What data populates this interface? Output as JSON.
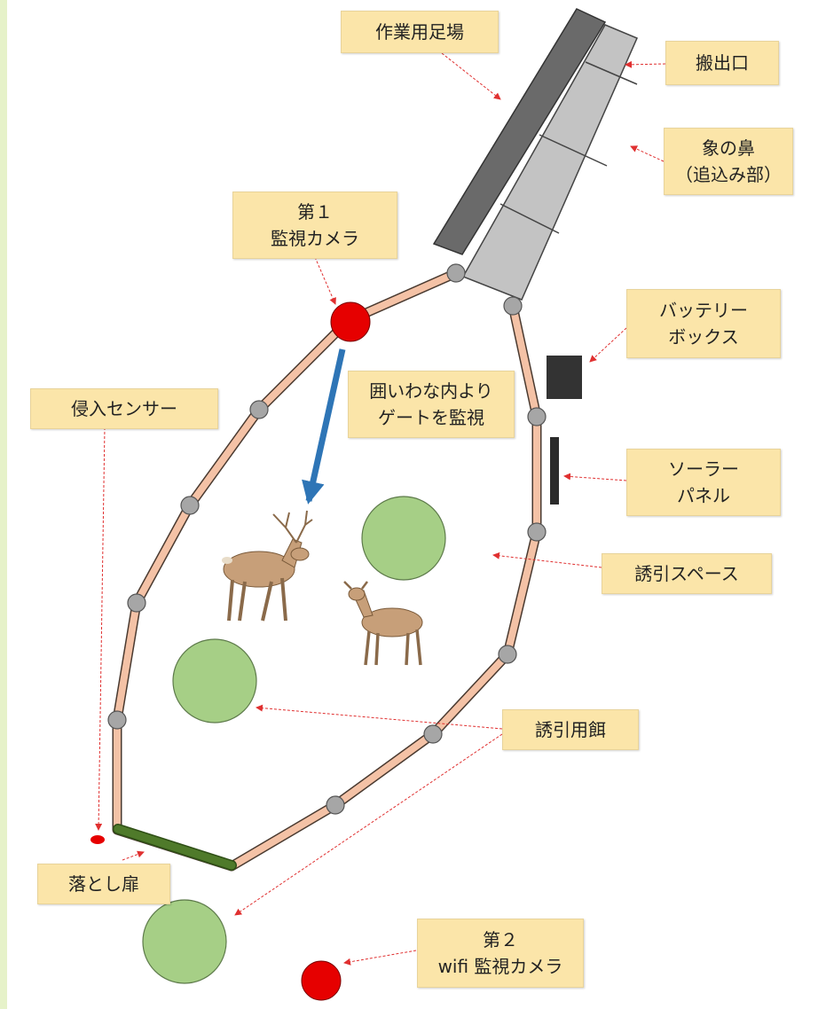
{
  "labels": {
    "scaffold": "作業用足場",
    "exit": "搬出口",
    "trunk_line1": "象の鼻",
    "trunk_line2": "（追込み部）",
    "camera1_line1": "第１",
    "camera1_line2": "監視カメラ",
    "battery_line1": "バッテリー",
    "battery_line2": "ボックス",
    "monitor_line1": "囲いわな内より",
    "monitor_line2": "ゲートを監視",
    "sensor": "侵入センサー",
    "solar_line1": "ソーラー",
    "solar_line2": "パネル",
    "lure_space": "誘引スペース",
    "bait": "誘引用餌",
    "drop_gate": "落とし扉",
    "camera2_line1": "第２",
    "camera2_line2": "wifi 監視カメラ"
  },
  "colors": {
    "frame": "#e6f2c9",
    "label_bg": "#fbe5a9",
    "fence": "#f4c2a6",
    "post": "#a6a6a6",
    "camera": "#e60000",
    "bait": "#a6cf86",
    "gate": "#4f7a2a",
    "scaffold": "#6a6a6a",
    "trunk": "#c3c3c3",
    "arrow_blue": "#2e75b6",
    "pointer": "#e03030"
  },
  "icons": [
    "deer-stag-icon",
    "deer-doe-icon"
  ]
}
